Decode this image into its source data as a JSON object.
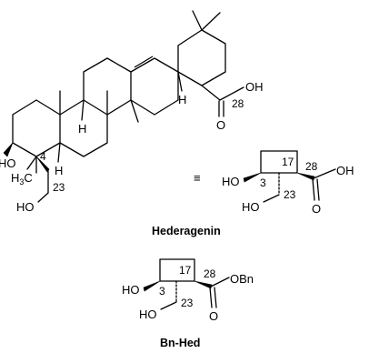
{
  "hederagenin": {
    "oh_top": "OH",
    "o_carbonyl": "O",
    "num_28": "28",
    "h_label": "H",
    "ho_left": "HO",
    "num_4": "4",
    "h3c": "H",
    "h3c_sub": "3",
    "h3c_c": "C",
    "num_23": "23",
    "ho_bottom": "HO"
  },
  "equiv_symbol": "≡",
  "fragment1": {
    "ho": "HO",
    "num_3": "3",
    "num_17": "17",
    "num_28": "28",
    "num_23": "23",
    "oh": "OH",
    "o": "O",
    "ho_bottom": "HO"
  },
  "label_hederagenin": "Hederagenin",
  "fragment2": {
    "ho": "HO",
    "num_3": "3",
    "num_17": "17",
    "num_28": "28",
    "num_23": "23",
    "obn": "OBn",
    "o": "O",
    "ho_bottom": "HO"
  },
  "label_bnhed": "Bn-Hed"
}
